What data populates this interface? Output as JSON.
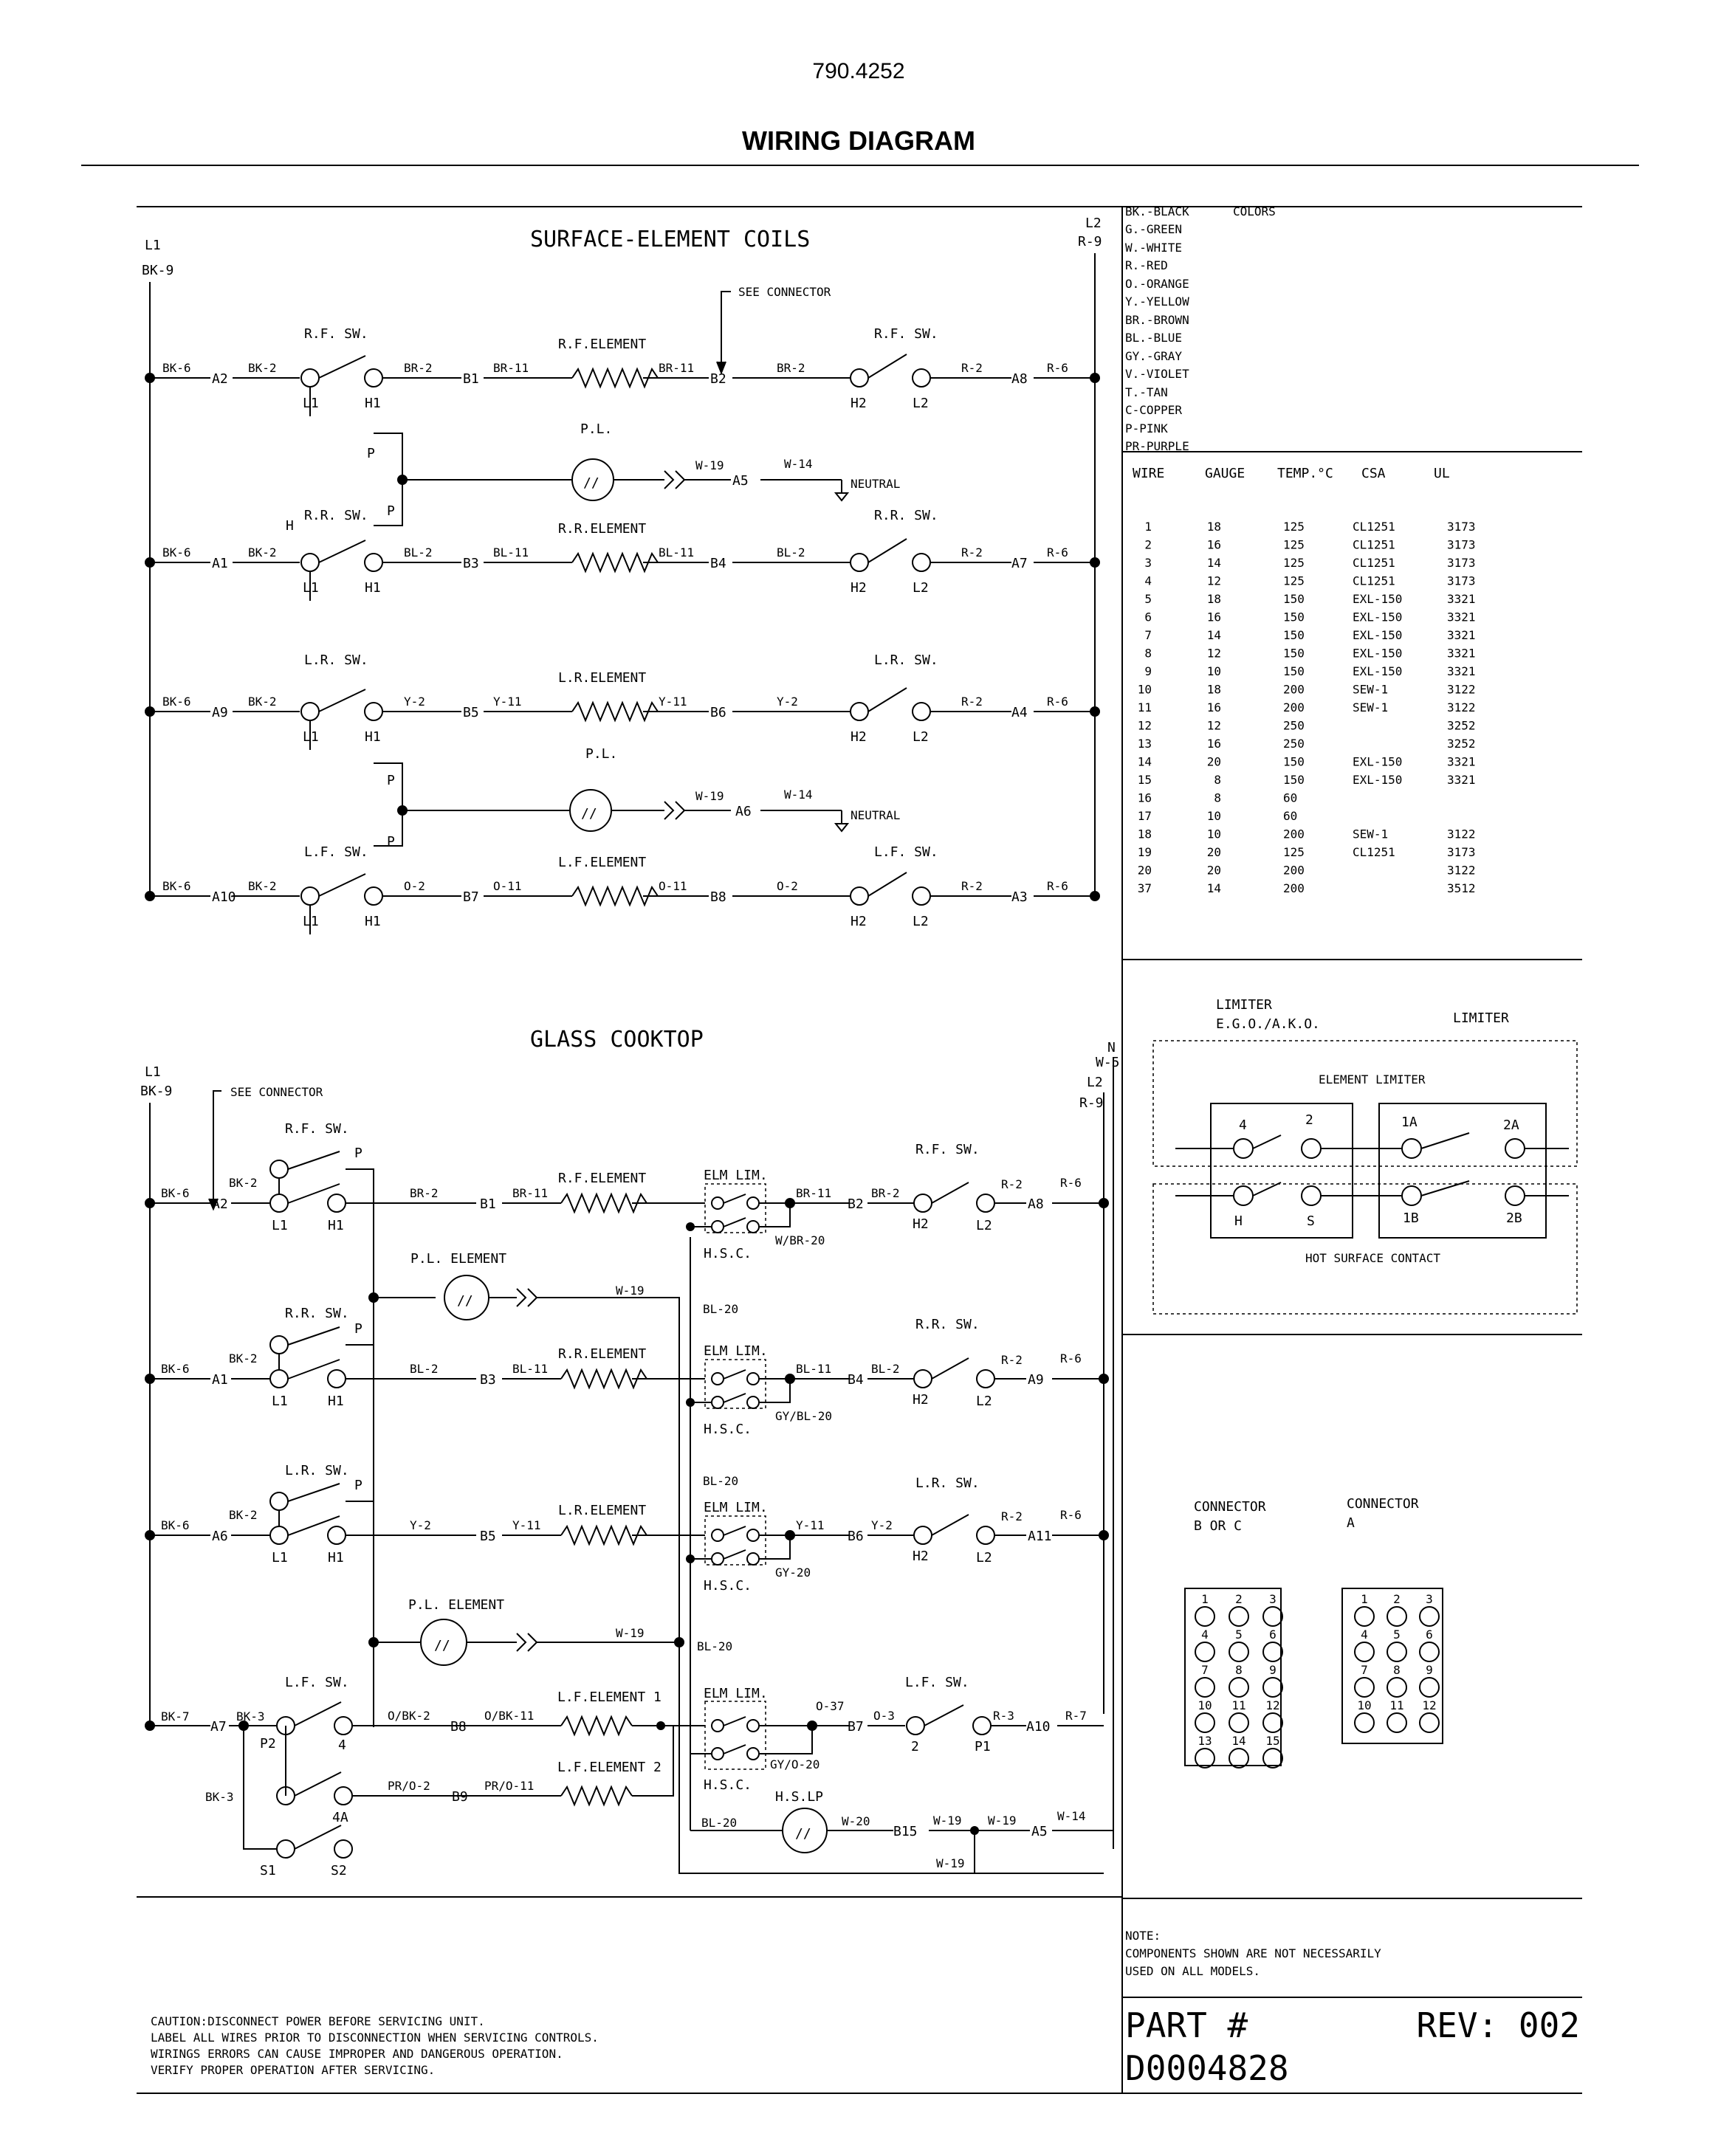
{
  "header": {
    "model_number": "790.4252",
    "title": "WIRING DIAGRAM"
  },
  "surface": {
    "title": "SURFACE-ELEMENT COILS",
    "l1": "L1",
    "bk9": "BK-9",
    "l2": "L2",
    "r9": "R-9",
    "see_connector": "SEE CONNECTOR",
    "neutral": "NEUTRAL",
    "pl": "P.L.",
    "circuits": [
      {
        "sw": "R.F. SW.",
        "elem": "R.F.ELEMENT",
        "bk6": "BK-6",
        "a_in": "A2",
        "bk2": "BK-2",
        "w1": "BR-2",
        "b1": "B1",
        "w2": "BR-11",
        "w3": "BR-11",
        "b2": "B2",
        "w4": "BR-2",
        "w5": "R-2",
        "a_out": "A8",
        "w6": "R-6"
      },
      {
        "sw": "R.R. SW.",
        "elem": "R.R.ELEMENT",
        "bk6": "BK-6",
        "a_in": "A1",
        "bk2": "BK-2",
        "w1": "BL-2",
        "b1": "B3",
        "w2": "BL-11",
        "w3": "BL-11",
        "b2": "B4",
        "w4": "BL-2",
        "w5": "R-2",
        "a_out": "A7",
        "w6": "R-6"
      },
      {
        "sw": "L.R. SW.",
        "elem": "L.R.ELEMENT",
        "bk6": "BK-6",
        "a_in": "A9",
        "bk2": "BK-2",
        "w1": "Y-2",
        "b1": "B5",
        "w2": "Y-11",
        "w3": "Y-11",
        "b2": "B6",
        "w4": "Y-2",
        "w5": "R-2",
        "a_out": "A4",
        "w6": "R-6"
      },
      {
        "sw": "L.F. SW.",
        "elem": "L.F.ELEMENT",
        "bk6": "BK-6",
        "a_in": "A10",
        "bk2": "BK-2",
        "w1": "O-2",
        "b1": "B7",
        "w2": "O-11",
        "w3": "O-11",
        "b2": "B8",
        "w4": "O-2",
        "w5": "R-2",
        "a_out": "A3",
        "w6": "R-6"
      }
    ],
    "pl1": {
      "w19": "W-19",
      "a": "A5",
      "w14": "W-14"
    },
    "pl2": {
      "w19": "W-19",
      "a": "A6",
      "w14": "W-14"
    },
    "pins": {
      "l1": "L1",
      "h1": "H1",
      "p": "P",
      "h": "H",
      "h2": "H2",
      "l2": "L2"
    }
  },
  "cooktop": {
    "title": "GLASS COOKTOP",
    "l1": "L1",
    "bk9": "BK-9",
    "n": "N",
    "w5": "W-5",
    "l2": "L2",
    "r9": "R-9",
    "see_connector": "SEE CONNECTOR",
    "pl_element": "P.L. ELEMENT",
    "elm_lim": "ELM LIM.",
    "hsc": "H.S.C.",
    "hslp": "H.S.LP",
    "rows": [
      {
        "sw": "R.F. SW.",
        "elem": "R.F.ELEMENT",
        "bk6": "BK-6",
        "a_in": "A2",
        "bk2": "BK-2",
        "w1": "BR-2",
        "b1": "B1",
        "w2": "BR-11",
        "w3": "BR-11",
        "b2": "B2",
        "w4": "BR-2",
        "w5": "R-2",
        "a_out": "A8",
        "w6": "R-6",
        "hsc_wire": "W/BR-20",
        "sw2": "R.F. SW."
      },
      {
        "sw": "R.R. SW.",
        "elem": "R.R.ELEMENT",
        "bk6": "BK-6",
        "a_in": "A1",
        "bk2": "BK-2",
        "w1": "BL-2",
        "b1": "B3",
        "w2": "BL-11",
        "w3": "BL-11",
        "b2": "B4",
        "w4": "BL-2",
        "w5": "R-2",
        "a_out": "A9",
        "w6": "R-6",
        "hsc_wire": "GY/BL-20",
        "sw2": "R.R. SW."
      },
      {
        "sw": "L.R. SW.",
        "elem": "L.R.ELEMENT",
        "bk6": "BK-6",
        "a_in": "A6",
        "bk2": "BK-2",
        "w1": "Y-2",
        "b1": "B5",
        "w2": "Y-11",
        "w3": "Y-11",
        "b2": "B6",
        "w4": "Y-2",
        "w5": "R-2",
        "a_out": "A11",
        "w6": "R-6",
        "hsc_wire": "GY-20",
        "sw2": "L.R. SW."
      }
    ],
    "bl20": "BL-20",
    "w19": "W-19",
    "lf": {
      "sw": "L.F. SW.",
      "bk7": "BK-7",
      "a7": "A7",
      "bk3": "BK-3",
      "bk3b": "BK-3",
      "p2": "P2",
      "four": "4",
      "fourA": "4A",
      "s1": "S1",
      "s2": "S2",
      "w_obk2": "O/BK-2",
      "b8": "B8",
      "w_obk11": "O/BK-11",
      "elem1": "L.F.ELEMENT 1",
      "w_pro2": "PR/O-2",
      "b9": "B9",
      "w_pro11": "PR/O-11",
      "elem2": "L.F.ELEMENT 2",
      "o37": "O-37",
      "b7": "B7",
      "o3": "O-3",
      "two": "2",
      "p1": "P1",
      "r3": "R-3",
      "a10": "A10",
      "r7": "R-7",
      "hsc_wire": "GY/O-20",
      "sw2": "L.F. SW."
    },
    "hslp_row": {
      "bl20": "BL-20",
      "w20": "W-20",
      "b15": "B15",
      "w19a": "W-19",
      "w19b": "W-19",
      "a5": "A5",
      "w14": "W-14",
      "w19c": "W-19"
    }
  },
  "colors_legend": {
    "title": "COLORS",
    "items": [
      "BK.-BLACK",
      "G.-GREEN",
      "W.-WHITE",
      "R.-RED",
      "O.-ORANGE",
      "Y.-YELLOW",
      "BR.-BROWN",
      "BL.-BLUE",
      "GY.-GRAY",
      "V.-VIOLET",
      "T.-TAN",
      "C-COPPER",
      "P-PINK",
      "PR-PURPLE"
    ]
  },
  "wire_table": {
    "headers": [
      "WIRE",
      "GAUGE",
      "TEMP.°C",
      "CSA",
      "UL"
    ],
    "rows": [
      [
        "1",
        "18",
        "125",
        "CL1251",
        "3173"
      ],
      [
        "2",
        "16",
        "125",
        "CL1251",
        "3173"
      ],
      [
        "3",
        "14",
        "125",
        "CL1251",
        "3173"
      ],
      [
        "4",
        "12",
        "125",
        "CL1251",
        "3173"
      ],
      [
        "5",
        "18",
        "150",
        "EXL-150",
        "3321"
      ],
      [
        "6",
        "16",
        "150",
        "EXL-150",
        "3321"
      ],
      [
        "7",
        "14",
        "150",
        "EXL-150",
        "3321"
      ],
      [
        "8",
        "12",
        "150",
        "EXL-150",
        "3321"
      ],
      [
        "9",
        "10",
        "150",
        "EXL-150",
        "3321"
      ],
      [
        "10",
        "18",
        "200",
        "SEW-1",
        "3122"
      ],
      [
        "11",
        "16",
        "200",
        "SEW-1",
        "3122"
      ],
      [
        "12",
        "12",
        "250",
        "",
        "3252"
      ],
      [
        "13",
        "16",
        "250",
        "",
        "3252"
      ],
      [
        "14",
        "20",
        "150",
        "EXL-150",
        "3321"
      ],
      [
        "15",
        "8",
        "150",
        "EXL-150",
        "3321"
      ],
      [
        "16",
        "8",
        "60",
        "",
        ""
      ],
      [
        "17",
        "10",
        "60",
        "",
        ""
      ],
      [
        "18",
        "10",
        "200",
        "SEW-1",
        "3122"
      ],
      [
        "19",
        "20",
        "125",
        "CL1251",
        "3173"
      ],
      [
        "20",
        "20",
        "200",
        "",
        "3122"
      ],
      [
        "37",
        "14",
        "200",
        "",
        "3512"
      ]
    ]
  },
  "limiter": {
    "left_title1": "LIMITER",
    "left_title2": "E.G.O./A.K.O.",
    "right_title": "LIMITER",
    "element_limiter": "ELEMENT LIMITER",
    "hot_surface": "HOT SURFACE CONTACT",
    "l4": "4",
    "l2": "2",
    "lh": "H",
    "ls": "S",
    "r1a": "1A",
    "r2a": "2A",
    "r1b": "1B",
    "r2b": "2B"
  },
  "connectors": {
    "bc_title1": "CONNECTOR",
    "bc_title2": "B OR C",
    "a_title1": "CONNECTOR",
    "a_title2": "A",
    "bc_pins": [
      "1",
      "2",
      "3",
      "4",
      "5",
      "6",
      "7",
      "8",
      "9",
      "10",
      "11",
      "12",
      "13",
      "14",
      "15"
    ],
    "a_pins": [
      "1",
      "2",
      "3",
      "4",
      "5",
      "6",
      "7",
      "8",
      "9",
      "10",
      "11",
      "12"
    ]
  },
  "note": {
    "line1": "NOTE:",
    "line2": "COMPONENTS SHOWN ARE NOT NECESSARILY",
    "line3": "USED ON ALL MODELS."
  },
  "caution": {
    "line1": "CAUTION:DISCONNECT POWER BEFORE SERVICING UNIT.",
    "line2": "LABEL ALL WIRES PRIOR TO DISCONNECTION WHEN SERVICING CONTROLS.",
    "line3": "WIRINGS ERRORS CAN CAUSE IMPROPER AND DANGEROUS OPERATION.",
    "line4": "VERIFY PROPER OPERATION AFTER SERVICING."
  },
  "part": {
    "label": "PART #",
    "rev": "REV: 002",
    "number": "D0004828"
  }
}
